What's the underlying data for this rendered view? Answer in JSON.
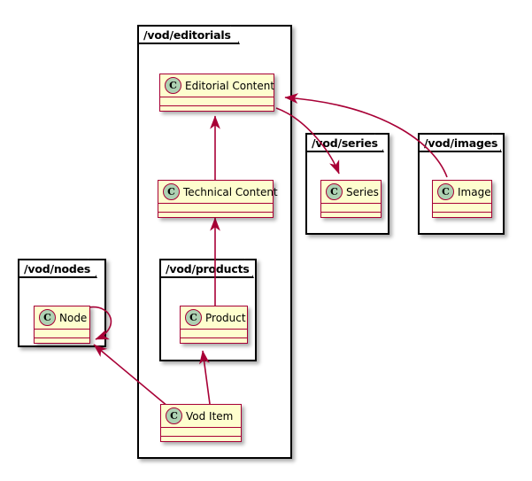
{
  "diagram": {
    "type": "uml-class-diagram",
    "title": "",
    "background": "#FFFFFF",
    "colors": {
      "class_border": "#A80036",
      "class_fill": "#FEFECE",
      "stereotype_circle": "#ADD1B2",
      "package_border": "#000000",
      "package_fill": "#FFFFFF",
      "arrow": "#A80036"
    }
  },
  "packages": [
    {
      "id": "editorials",
      "label": "/vod/editorials"
    },
    {
      "id": "series",
      "label": "/vod/series"
    },
    {
      "id": "images",
      "label": "/vod/images"
    },
    {
      "id": "nodes",
      "label": "/vod/nodes"
    },
    {
      "id": "products",
      "label": "/vod/products"
    }
  ],
  "classes": [
    {
      "id": "editorial_content",
      "name": "Editorial Content",
      "stereotype": "C",
      "package": "editorials"
    },
    {
      "id": "technical_content",
      "name": "Technical Content",
      "stereotype": "C",
      "package": "editorials"
    },
    {
      "id": "vod_item",
      "name": "Vod Item",
      "stereotype": "C",
      "package": "editorials"
    },
    {
      "id": "series",
      "name": "Series",
      "stereotype": "C",
      "package": "series"
    },
    {
      "id": "image",
      "name": "Image",
      "stereotype": "C",
      "package": "images"
    },
    {
      "id": "node",
      "name": "Node",
      "stereotype": "C",
      "package": "nodes"
    },
    {
      "id": "product",
      "name": "Product",
      "stereotype": "C",
      "package": "products"
    }
  ],
  "relations": [
    {
      "id": "rel-technical-editorial",
      "from": "technical_content",
      "to": "editorial_content",
      "style": "solid",
      "arrowhead": "open"
    },
    {
      "id": "rel-product-technical",
      "from": "product",
      "to": "technical_content",
      "style": "solid",
      "arrowhead": "open"
    },
    {
      "id": "rel-editorial-series",
      "from": "editorial_content",
      "to": "series",
      "style": "solid",
      "arrowhead": "open"
    },
    {
      "id": "rel-image-editorial",
      "from": "image",
      "to": "editorial_content",
      "style": "solid",
      "arrowhead": "open"
    },
    {
      "id": "rel-voditem-product",
      "from": "vod_item",
      "to": "product",
      "style": "solid",
      "arrowhead": "open"
    },
    {
      "id": "rel-voditem-node",
      "from": "vod_item",
      "to": "node",
      "style": "solid",
      "arrowhead": "open"
    },
    {
      "id": "rel-node-node",
      "from": "node",
      "to": "node",
      "style": "solid",
      "arrowhead": "open"
    }
  ]
}
